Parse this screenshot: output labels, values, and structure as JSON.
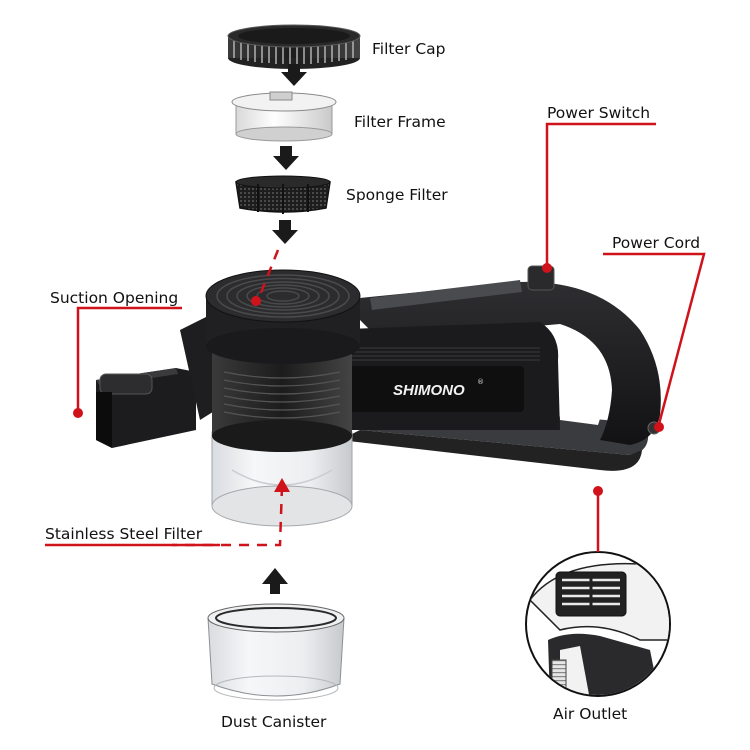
{
  "labels": {
    "filter_cap": "Filter Cap",
    "filter_frame": "Filter Frame",
    "sponge_filter": "Sponge Filter",
    "power_switch": "Power Switch",
    "power_cord": "Power Cord",
    "suction_opening": "Suction Opening",
    "stainless_steel_filter": "Stainless Steel Filter",
    "dust_canister": "Dust Canister",
    "air_outlet": "Air Outlet"
  },
  "brand": {
    "name": "SHIMONO",
    "mark": "®"
  },
  "colors": {
    "callout": "#d0121b",
    "body": "#1a1a1c",
    "text": "#111111"
  }
}
